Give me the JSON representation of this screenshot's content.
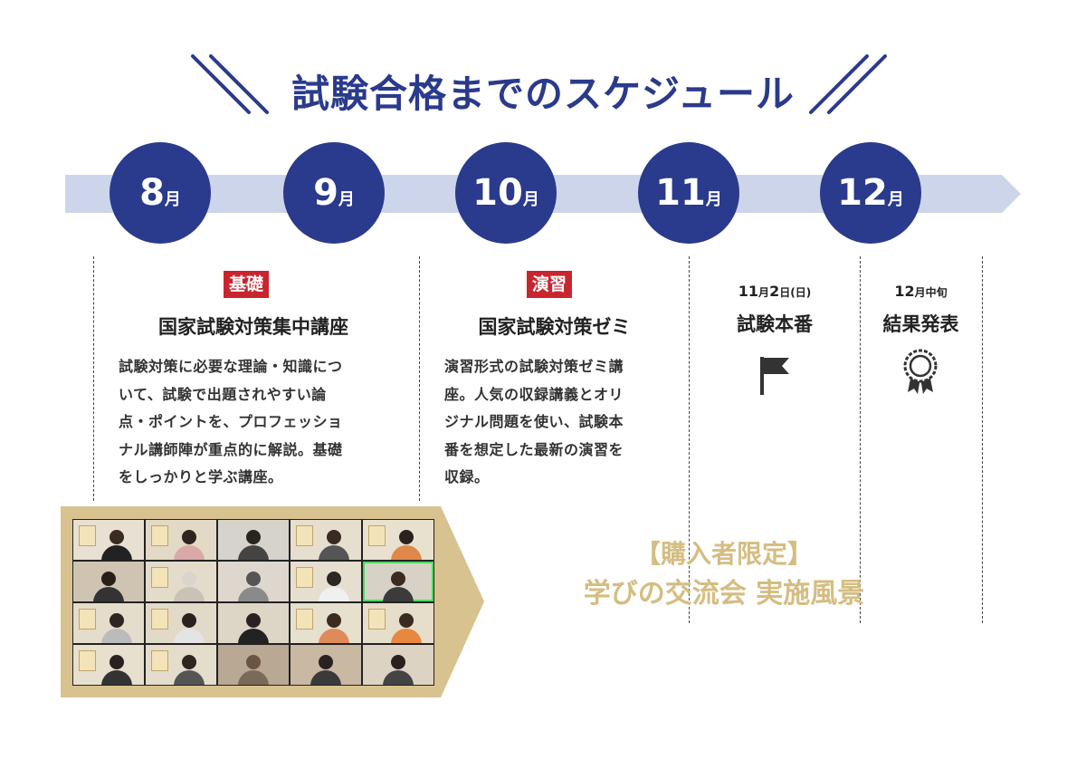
{
  "title": "試験合格までのスケジュール",
  "colors": {
    "navy": "#2a3a8c",
    "timeline": "#cdd5ea",
    "red_badge": "#c8252f",
    "gold": "#d8c28f",
    "gold_text": "#d5bd82"
  },
  "months": [
    {
      "num": "8",
      "unit": "月"
    },
    {
      "num": "9",
      "unit": "月"
    },
    {
      "num": "10",
      "unit": "月"
    },
    {
      "num": "11",
      "unit": "月"
    },
    {
      "num": "12",
      "unit": "月"
    }
  ],
  "phases": [
    {
      "badge": "基礎",
      "title": "国家試験対策集中講座",
      "lines": [
        "試験対策に必要な理論・知識につ",
        "いて、試験で出題されやすい論",
        "点・ポイントを、プロフェッショ",
        "ナル講師陣が重点的に解説。基礎",
        "をしっかりと学ぶ講座。"
      ]
    },
    {
      "badge": "演習",
      "title": "国家試験対策ゼミ",
      "lines": [
        "演習形式の試験対策ゼミ講",
        "座。人気の収録講義とオリ",
        "ジナル問題を使い、試験本",
        "番を想定した最新の演習を",
        "収録。"
      ]
    }
  ],
  "events": [
    {
      "date_a": "11",
      "date_a_unit": "月",
      "date_b": "2",
      "date_b_unit": "日",
      "date_c": "(日)",
      "title": "試験本番",
      "icon": "flag-icon"
    },
    {
      "date_a": "12",
      "date_a_unit": "月",
      "date_b": "",
      "date_b_unit": "",
      "date_c": "中旬",
      "title": "結果発表",
      "icon": "award-rosette-icon"
    }
  ],
  "caption": {
    "line1": "【購入者限定】",
    "line2": "学びの交流会 実施風景"
  }
}
